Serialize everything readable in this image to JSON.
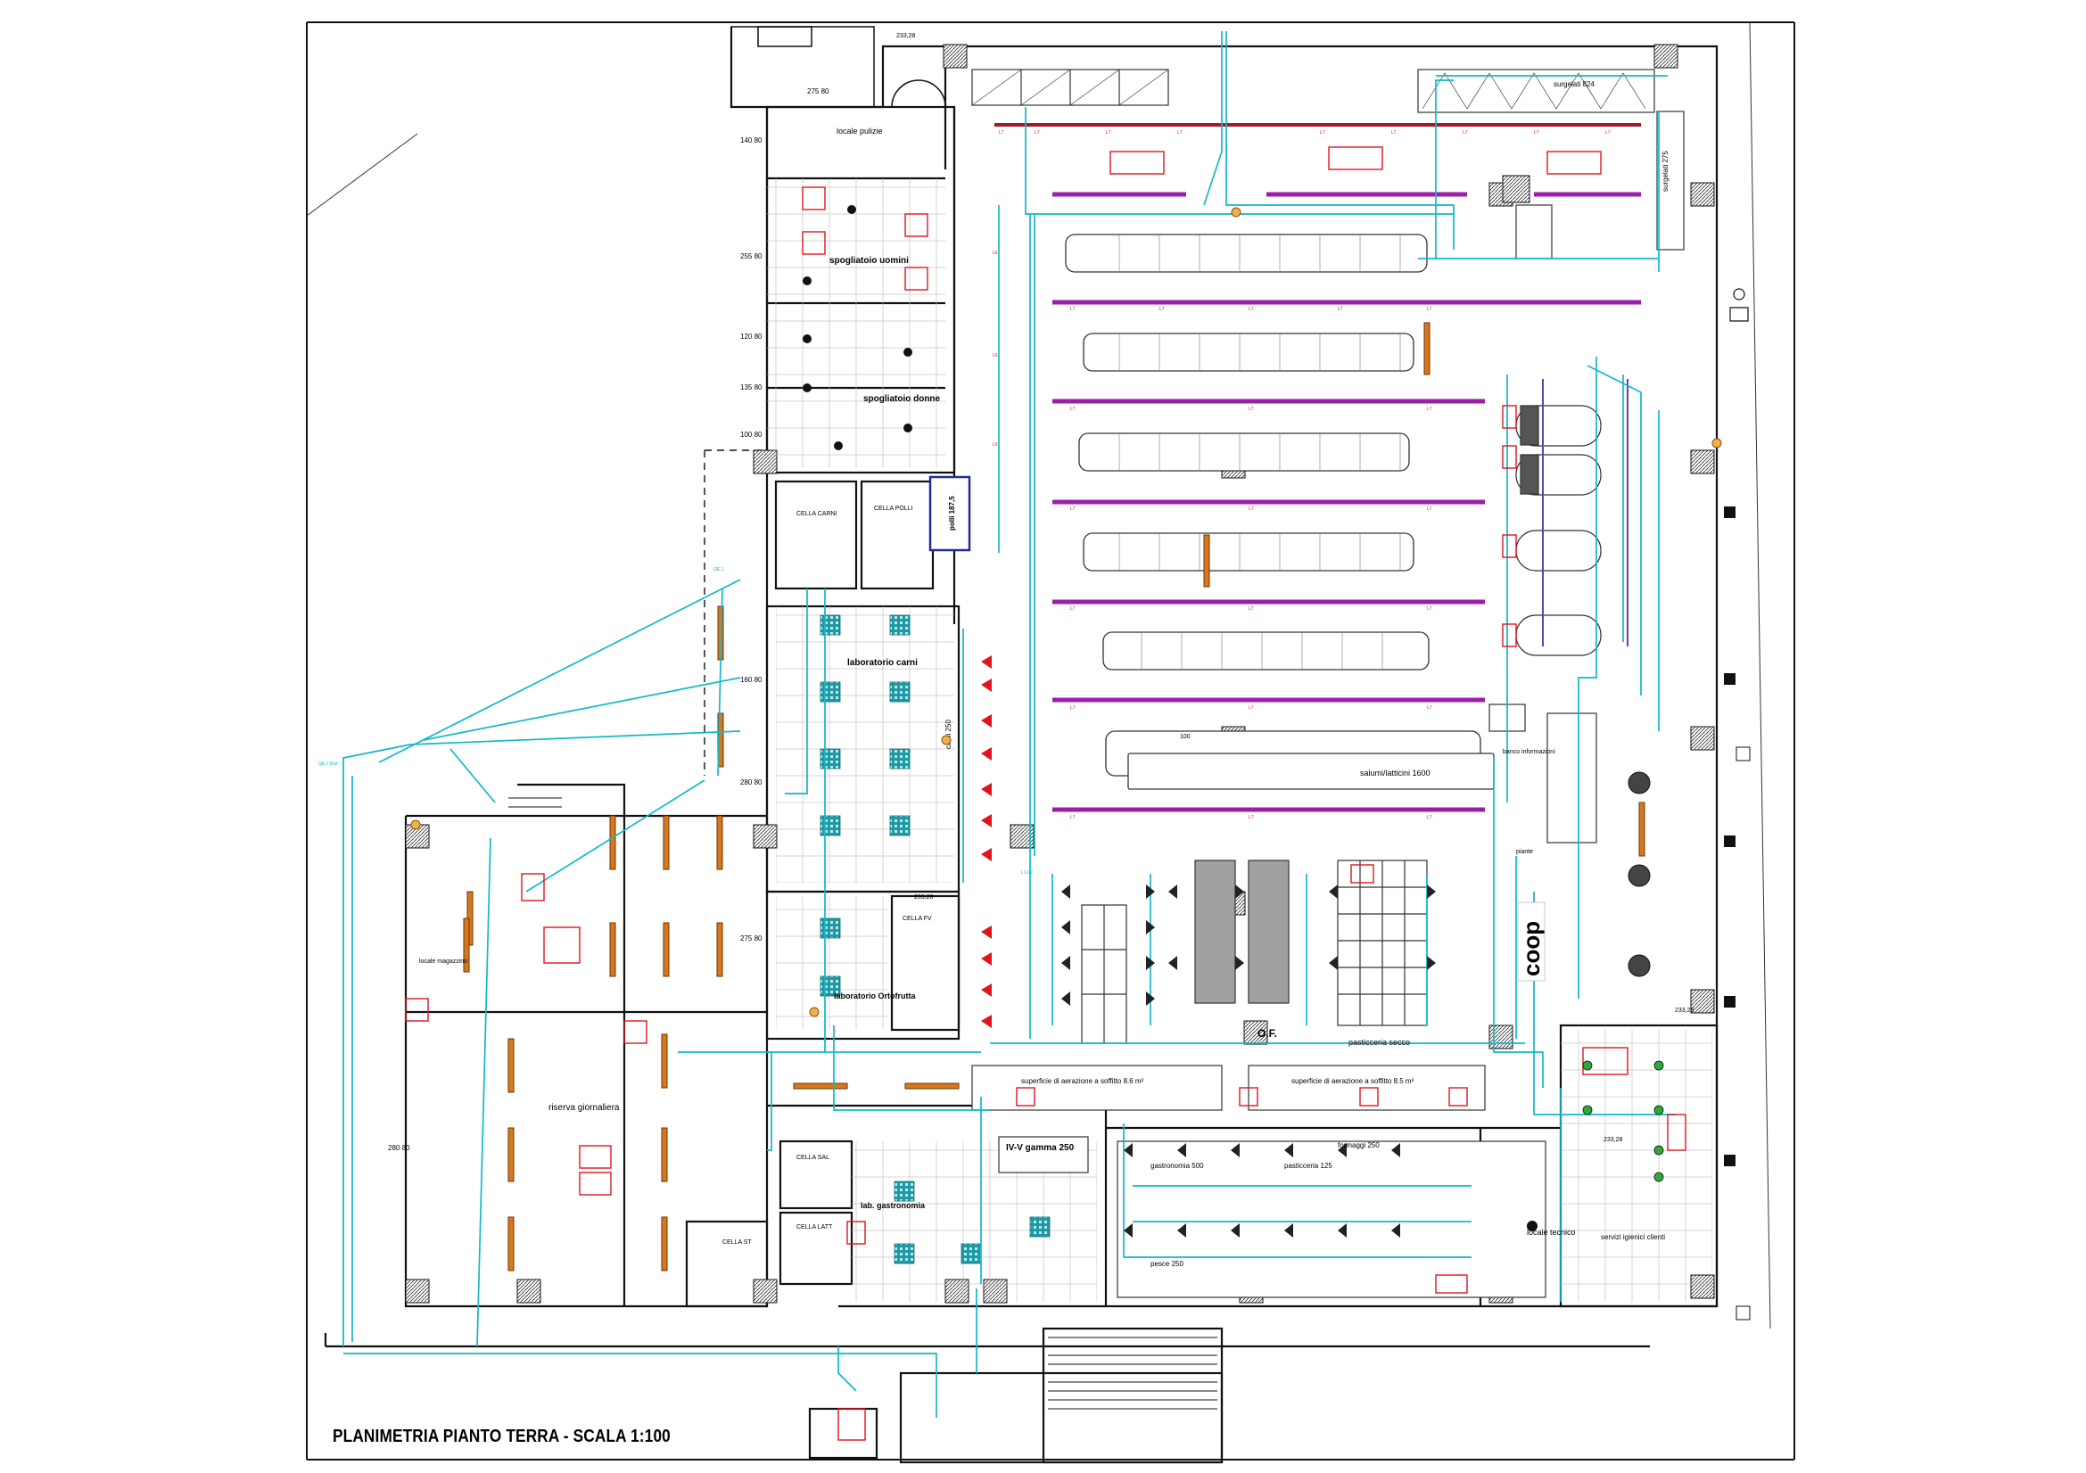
{
  "drawing": {
    "title": "PLANIMETRIA PIANTO TERRA - SCALA 1:100",
    "brand_logo_text": "coop"
  },
  "rooms": {
    "locale_pulizie": "locale pulizie",
    "spogliatoio_uomini": "spogliatoio uomini",
    "spogliatoio_donne": "spogliatoio donne",
    "cella_carni": "CELLA CARNI",
    "cella_polli": "CELLA POLLI",
    "polli_label": "polli 187,5",
    "laboratorio_carni": "laboratorio carni",
    "carni_250": "carni 250",
    "cella_fv": "CELLA FV",
    "laboratorio_ortofrutta": "laboratorio Ortofrutta",
    "riserva_giornaliera": "riserva giornaliera",
    "magazzino": "locale magazzino",
    "cella_sal": "CELLA SAL",
    "cella_latt": "CELLA LATT",
    "cella_st": "CELLA ST",
    "lab_gastronomia": "lab. gastronomia",
    "iv_v_gamma": "IV-V gamma 250",
    "gastronomia_500": "gastronomia 500",
    "pasticceria_125": "pasticceria 125",
    "pesce_250": "pesce 250",
    "formaggi_250": "formaggi 250",
    "pasticceria_secco": "pasticceria secco",
    "salumi_latticini": "salumi/latticini 1600",
    "banco_informazioni": "banco informazioni",
    "piante": "piante",
    "locale_tecnico": "locale tecnico",
    "servizi_igienici": "servizi igienici clienti",
    "surgelati_824": "surgelati 824",
    "surgelati_275": "surgelati 275",
    "superficie_1": "superficie di aerazione a soffitto 8.6 m²",
    "superficie_2": "superficie di aerazione a soffitto 8.5 m²",
    "of_label": "O.F."
  },
  "dimensions": {
    "d1": "233,28",
    "d2": "233,28",
    "d3": "233,28",
    "d4": "233,28",
    "h1": "140\n80",
    "h2": "255\n80",
    "h3": "120\n80",
    "h4": "135\n80",
    "h5": "100\n80",
    "h6": "160\n80",
    "h7": "280\n80",
    "h8": "275\n80",
    "h9": "280\n80",
    "h10": "275\n80"
  },
  "colors": {
    "wall": "#111111",
    "electric_line": "#12b8c8",
    "equipment": "#e0141e",
    "lighting_bar": "#9a1fa8",
    "lamp_orange": "#d9781b",
    "cold_cell_fill": "#1d9aa5",
    "logo_green": "#3fb51f",
    "logo_red": "#e0141e"
  }
}
